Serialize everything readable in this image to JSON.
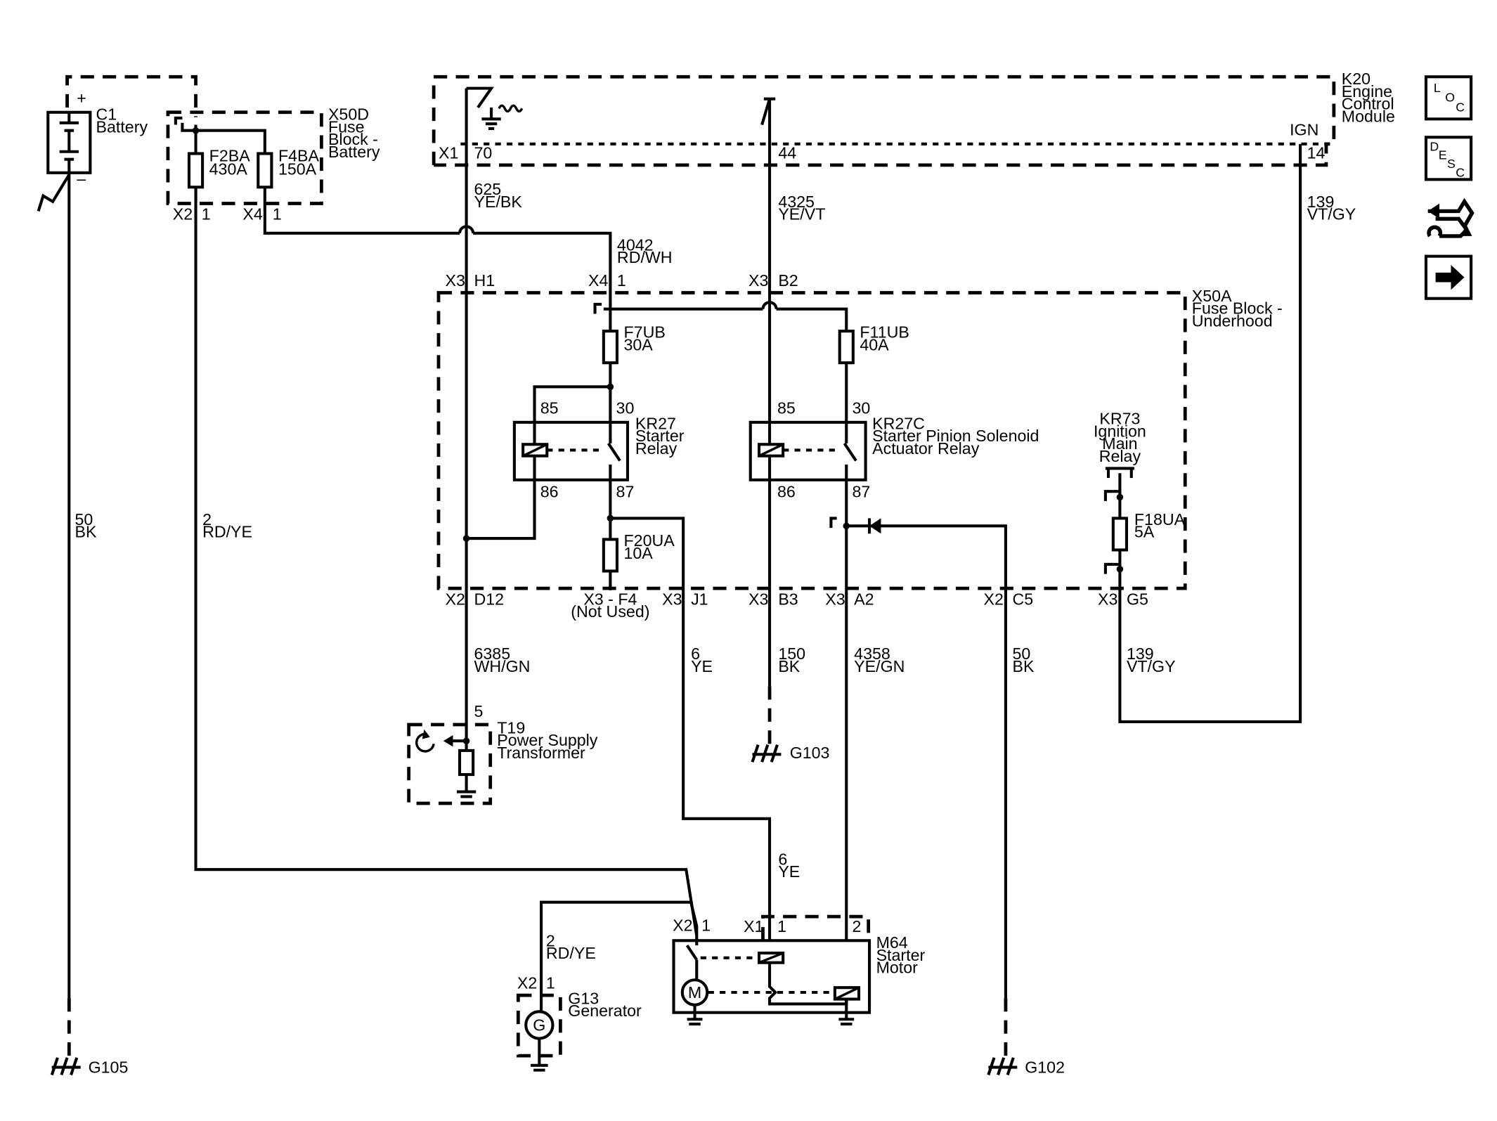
{
  "components": {
    "battery": {
      "ref": "C1",
      "name": "Battery",
      "plus": "+",
      "minus": "–"
    },
    "fuse_block_battery": {
      "ref": "X50D",
      "name_lines": [
        "Fuse",
        "Block -",
        "Battery"
      ]
    },
    "f2ba": {
      "ref": "F2BA",
      "rating": "430A"
    },
    "f4ba": {
      "ref": "F4BA",
      "rating": "150A"
    },
    "ecm": {
      "ref": "K20",
      "name_lines": [
        "Engine",
        "Control",
        "Module"
      ],
      "ign": "IGN"
    },
    "fuse_block_underhood": {
      "ref": "X50A",
      "name_lines": [
        "Fuse Block -",
        "Underhood"
      ]
    },
    "f7ub": {
      "ref": "F7UB",
      "rating": "30A"
    },
    "f11ub": {
      "ref": "F11UB",
      "rating": "40A"
    },
    "f20ua": {
      "ref": "F20UA",
      "rating": "10A"
    },
    "f18ua": {
      "ref": "F18UA",
      "rating": "5A"
    },
    "kr27": {
      "ref": "KR27",
      "name_lines": [
        "Starter",
        "Relay"
      ],
      "pins": [
        "85",
        "30",
        "86",
        "87"
      ]
    },
    "kr27c": {
      "ref": "KR27C",
      "name_lines": [
        "Starter Pinion Solenoid",
        "Actuator Relay"
      ],
      "pins": [
        "85",
        "30",
        "86",
        "87"
      ]
    },
    "kr73": {
      "name_lines": [
        "KR73",
        "Ignition",
        "Main",
        "Relay"
      ]
    },
    "t19": {
      "ref": "T19",
      "name_lines": [
        "Power Supply",
        "Transformer"
      ],
      "pin": "5"
    },
    "m64": {
      "ref": "M64",
      "name_lines": [
        "Starter",
        "Motor"
      ],
      "motor_symbol": "M"
    },
    "g13": {
      "ref": "G13",
      "name": "Generator",
      "symbol": "G"
    }
  },
  "connectors": {
    "x50d_x2": "X2",
    "x50d_x2_pin": "1",
    "x50d_x4": "X4",
    "x50d_x4_pin": "1",
    "ecm_x1": "X1",
    "ecm_p70": "70",
    "ecm_p44": "44",
    "ecm_p14": "14",
    "top_x3_a": "X3",
    "top_h1": "H1",
    "top_x4": "X4",
    "top_p1": "1",
    "top_x3_b": "X3",
    "top_b2": "B2",
    "bot_x2_a": "X2",
    "bot_d12": "D12",
    "bot_x3f4": "X3 - F4",
    "bot_not_used": "(Not Used)",
    "bot_x3_b": "X3",
    "bot_j1": "J1",
    "bot_x3_c": "X3",
    "bot_b3": "B3",
    "bot_x3_d": "X3",
    "bot_a2": "A2",
    "bot_x2_b": "X2",
    "bot_c5": "C5",
    "bot_x3_e": "X3",
    "bot_g5": "G5",
    "m64_x2": "X2",
    "m64_x2_pin": "1",
    "m64_x1": "X1",
    "m64_x1_p1": "1",
    "m64_x1_p2": "2",
    "g13_x2": "X2",
    "g13_pin": "1"
  },
  "wires": [
    {
      "circuit": "50",
      "color": "BK"
    },
    {
      "circuit": "2",
      "color": "RD/YE"
    },
    {
      "circuit": "625",
      "color": "YE/BK"
    },
    {
      "circuit": "4042",
      "color": "RD/WH"
    },
    {
      "circuit": "4325",
      "color": "YE/VT"
    },
    {
      "circuit": "139",
      "color": "VT/GY"
    },
    {
      "circuit": "6385",
      "color": "WH/GN"
    },
    {
      "circuit": "6",
      "color": "YE"
    },
    {
      "circuit": "150",
      "color": "BK"
    },
    {
      "circuit": "4358",
      "color": "YE/GN"
    },
    {
      "circuit": "50",
      "color": "BK"
    },
    {
      "circuit": "139",
      "color": "VT/GY"
    },
    {
      "circuit": "6",
      "color": "YE"
    },
    {
      "circuit": "2",
      "color": "RD/YE"
    }
  ],
  "grounds": {
    "g105": "G105",
    "g103": "G103",
    "g102": "G102"
  },
  "nav": {
    "loc": [
      "L",
      "O",
      "C"
    ],
    "desc": [
      "D",
      "E",
      "S",
      "C"
    ],
    "icons": [
      "connector-swap-icon",
      "arrow-right-icon"
    ]
  }
}
